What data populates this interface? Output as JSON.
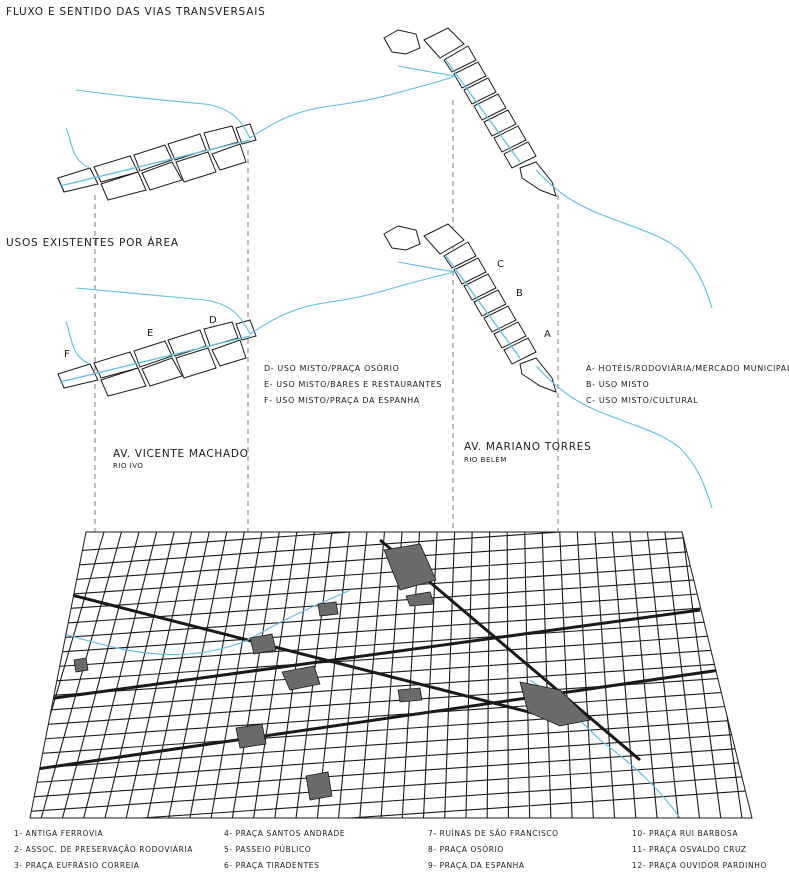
{
  "titles": {
    "flow": "FLUXO E SENTIDO DAS VIAS TRANSVERSAIS",
    "uses": "USOS EXISTENTES POR ÁREA"
  },
  "area_letters": {
    "a": "A",
    "b": "B",
    "c": "C",
    "d": "D",
    "e": "E",
    "f": "F"
  },
  "notes_left": [
    "D- USO MISTO/PRAÇA OSÓRIO",
    "E- USO MISTO/BARES E RESTAURANTES",
    "F- USO MISTO/PRAÇA DA ESPANHA"
  ],
  "notes_right": [
    "A- HOTÉIS/RODOVIÁRIA/MERCADO MUNICIPAL",
    "B- USO MISTO",
    "C- USO MISTO/CULTURAL"
  ],
  "streets": {
    "left_name": "AV. VICENTE MACHADO",
    "left_river": "RIO IVO",
    "right_name": "AV. MARIANO TORRES",
    "right_river": "RIO BELÉM"
  },
  "legend": [
    "1- ANTIGA FERROVIA",
    "2- ASSOC. DE PRESERVAÇÃO RODOVIÁRIA",
    "3- PRAÇA EUFRÁSIO CORREIA",
    "4- PRAÇA SANTOS ANDRADE",
    "5- PASSEIO PÚBLICO",
    "6- PRAÇA TIRADENTES",
    "7- RUÍNAS DE SÃO FRANCISCO",
    "8- PRAÇA OSÓRIO",
    "9- PRAÇA DA ESPANHA",
    "10- PRAÇA RUI BARBOSA",
    "11- PRAÇA OSVALDO CRUZ",
    "12- PRAÇA OUVIDOR PARDINHO"
  ],
  "colors": {
    "river": "#5bc0de",
    "ink": "#1a1a1a",
    "square_fill": "#6b6b6b"
  }
}
